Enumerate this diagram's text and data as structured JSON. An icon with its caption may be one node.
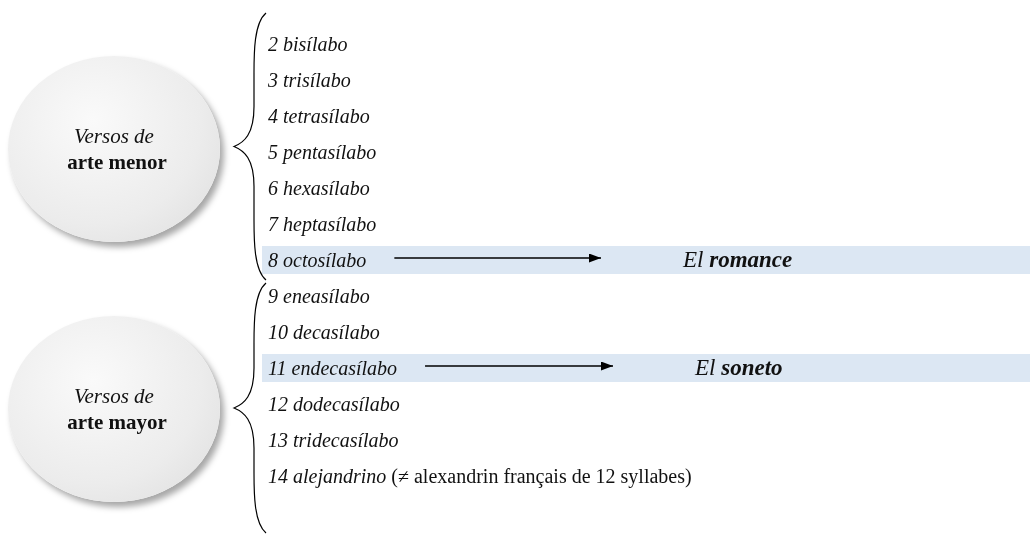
{
  "diagram": {
    "nodes": [
      {
        "text": [
          "Versos de",
          "arte menor"
        ]
      },
      {
        "text": [
          "2 bisílabo"
        ]
      },
      {
        "text": [
          "3 trisílabo"
        ]
      },
      {
        "text": [
          "4 tetrasílabo"
        ]
      },
      {
        "text": [
          "5 pentasílabo"
        ]
      },
      {
        "text": [
          "6 hexasílabo"
        ]
      },
      {
        "text": [
          "7 heptasílabo"
        ]
      },
      {
        "text": [
          "8 octosílabo"
        ]
      },
      {
        "text": [
          "El **romance**"
        ]
      },
      {
        "text": [
          "Versos de",
          "arte mayor"
        ]
      },
      {
        "text": [
          "9 eneasílabo"
        ]
      },
      {
        "text": [
          "10 decasílabo"
        ]
      },
      {
        "text": [
          "11 endecasílabo"
        ]
      },
      {
        "text": [
          "12 dodecasílabo"
        ]
      },
      {
        "text": [
          "13 tridecasílabo"
        ]
      },
      {
        "text": [
          "*14 alejandrino* (≠ alexandrin français de 12 syllabes)"
        ]
      },
      {
        "text": [
          "El **soneto**"
        ]
      }
    ],
    "edges": [
      {
        "from": 7,
        "to": 8,
        "arrow": "to"
      },
      {
        "from": 12,
        "to": 16,
        "arrow": "to"
      }
    ]
  }
}
